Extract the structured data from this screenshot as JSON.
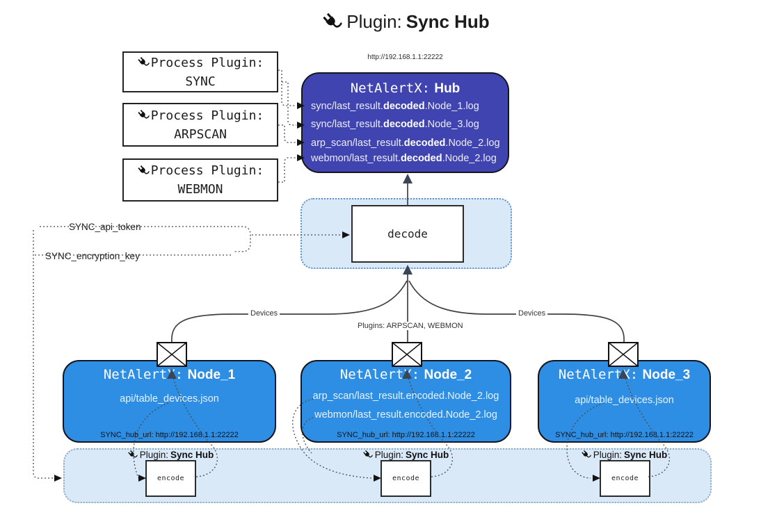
{
  "colors": {
    "hub-fill": "#4044b0",
    "node-fill": "#2e8ee4",
    "panel-fill": "#d9e9f8",
    "panel-border": "#5f93c9",
    "strip-border": "#8fa9bd",
    "line": "#404040",
    "arrow-dark": "#3a4656"
  },
  "icons": {
    "title_icon": "plug-icon",
    "process_plugin_icon": "plug-icon",
    "encode_label_icon": "plug-icon",
    "node_mail_icon": "envelope-icon"
  },
  "title": {
    "prefix": "Plugin:",
    "bold": "Sync Hub"
  },
  "process_plugins": {
    "heading": "Process Plugin:",
    "items": [
      {
        "name": "SYNC"
      },
      {
        "name": "ARPSCAN"
      },
      {
        "name": "WEBMON"
      }
    ]
  },
  "hub": {
    "url": "http://192.168.1.1:22222",
    "title_prefix": "NetAlertX:",
    "title_bold": "Hub",
    "log_lines": [
      {
        "pre": "sync/last_result.",
        "bold": "decoded",
        "post": ".Node_1.log"
      },
      {
        "pre": "sync/last_result.",
        "bold": "decoded",
        "post": ".Node_3.log"
      },
      {
        "pre": "arp_scan/last_result.",
        "bold": "decoded",
        "post": ".Node_2.log"
      },
      {
        "pre": "webmon/last_result.",
        "bold": "decoded",
        "post": ".Node_2.log"
      }
    ]
  },
  "decode_panel": {
    "label": "decode"
  },
  "secrets": {
    "api_token": "SYNC_api_token",
    "encryption_key": "SYNC_encryption_key"
  },
  "edges": {
    "devices_left": "Devices",
    "plugins_middle": "Plugins: ARPSCAN, WEBMON",
    "devices_right": "Devices"
  },
  "nodes": [
    {
      "title_prefix": "NetAlertX:",
      "title_bold": "Node_1",
      "lines": [
        "api/table_devices.json"
      ],
      "hub_url": "SYNC_hub_url: http://192.168.1.1:22222"
    },
    {
      "title_prefix": "NetAlertX:",
      "title_bold": "Node_2",
      "lines": [
        "arp_scan/last_result.encoded.Node_2.log",
        "webmon/last_result.encoded.Node_2.log"
      ],
      "hub_url": "SYNC_hub_url: http://192.168.1.1:22222"
    },
    {
      "title_prefix": "NetAlertX:",
      "title_bold": "Node_3",
      "lines": [
        "api/table_devices.json"
      ],
      "hub_url": "SYNC_hub_url: http://192.168.1.1:22222"
    }
  ],
  "encode_strip": {
    "label_prefix": "Plugin:",
    "label_bold": "Sync Hub",
    "box_label": "encode"
  }
}
